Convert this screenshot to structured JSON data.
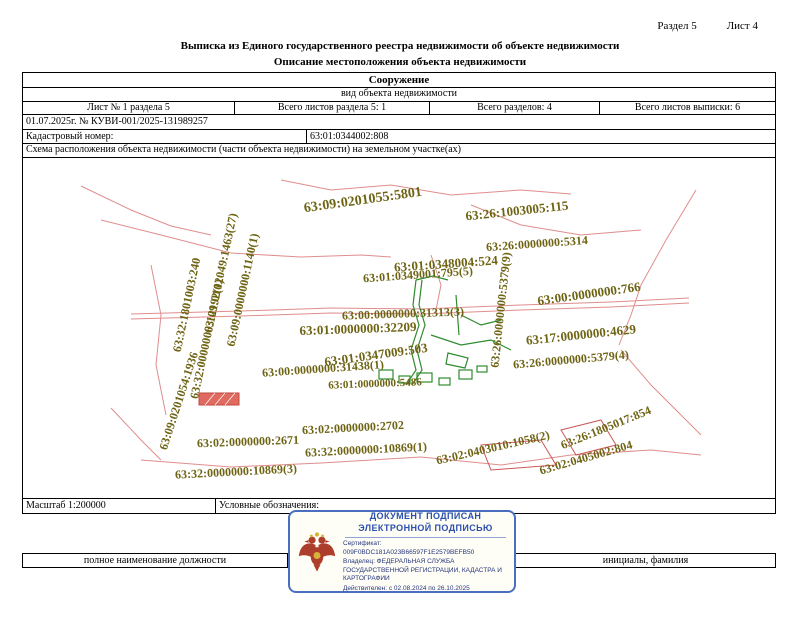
{
  "page": {
    "section_label": "Раздел 5",
    "sheet_label": "Лист 4",
    "title": "Выписка из Единого государственного реестра недвижимости об объекте недвижимости",
    "subtitle": "Описание местоположения объекта недвижимости"
  },
  "info_table": {
    "object_type": "Сооружение",
    "object_type_caption": "вид объекта недвижимости",
    "sheet_info": [
      "Лист № 1 раздела 5",
      "Всего листов раздела 5: 1",
      "Всего разделов: 4",
      "Всего листов выписки: 6"
    ],
    "date_number": "01.07.2025г. № КУВИ-001/2025-131989257",
    "cadastral_label": "Кадастровый номер:",
    "cadastral_value": "63:01:0344002:808",
    "scheme_title": "Схема расположения объекта недвижимости (части объекта недвижимости) на земельном участке(ах)"
  },
  "map": {
    "labels": [
      "63:09:0201055:5801",
      "63:26:1003005:115",
      "63:26:0000000:5314",
      "63:09:0102049:1463(27)",
      "63:01:0348004:524",
      "63:01:0349001:795(5)",
      "63:09:0000000:1140(1)",
      "63:32:1801003:240",
      "63:00:0000000:766",
      "63:32:0000000:12192(1)",
      "63:00:0000000:31313(3)",
      "63:26:0000000:5379(9)",
      "63:01:0000000:32209",
      "63:17:0000000:4629",
      "63:26:0000000:5379(4)",
      "63:01:0347009:503",
      "63:00:0000000:31438(1)",
      "63:01:0000000:5486",
      "63:09:0201054:1936",
      "63:02:0000000:2702",
      "63:02:0403010:1058(2)",
      "63:26:1805017:854",
      "63:02:0405002:804",
      "63:02:0000000:2671",
      "63:32:0000000:10869(1)",
      "63:32:0000000:10869(3)"
    ],
    "colors": {
      "label": "#6e6414",
      "boundary": "#e08d8d",
      "parcel_red": "#cc5555",
      "object_outline": "#2e8b2e"
    }
  },
  "footer": {
    "scale": "Масштаб 1:200000",
    "legend_label": "Условные обозначения:",
    "position_caption": "полное наименование должности",
    "name_caption": "инициалы, фамилия"
  },
  "stamp": {
    "line1": "ДОКУМЕНТ ПОДПИСАН",
    "line2": "ЭЛЕКТРОННОЙ ПОДПИСЬЮ",
    "certificate": "Сертификат: 009F0BDC181A023B66597F1E2579BEFB50",
    "owner": "Владелец: ФЕДЕРАЛЬНАЯ СЛУЖБА ГОСУДАРСТВЕННОЙ РЕГИСТРАЦИИ, КАДАСТРА И КАРТОГРАФИИ",
    "validity": "Действителен: с 02.08.2024 по 26.10.2025"
  }
}
